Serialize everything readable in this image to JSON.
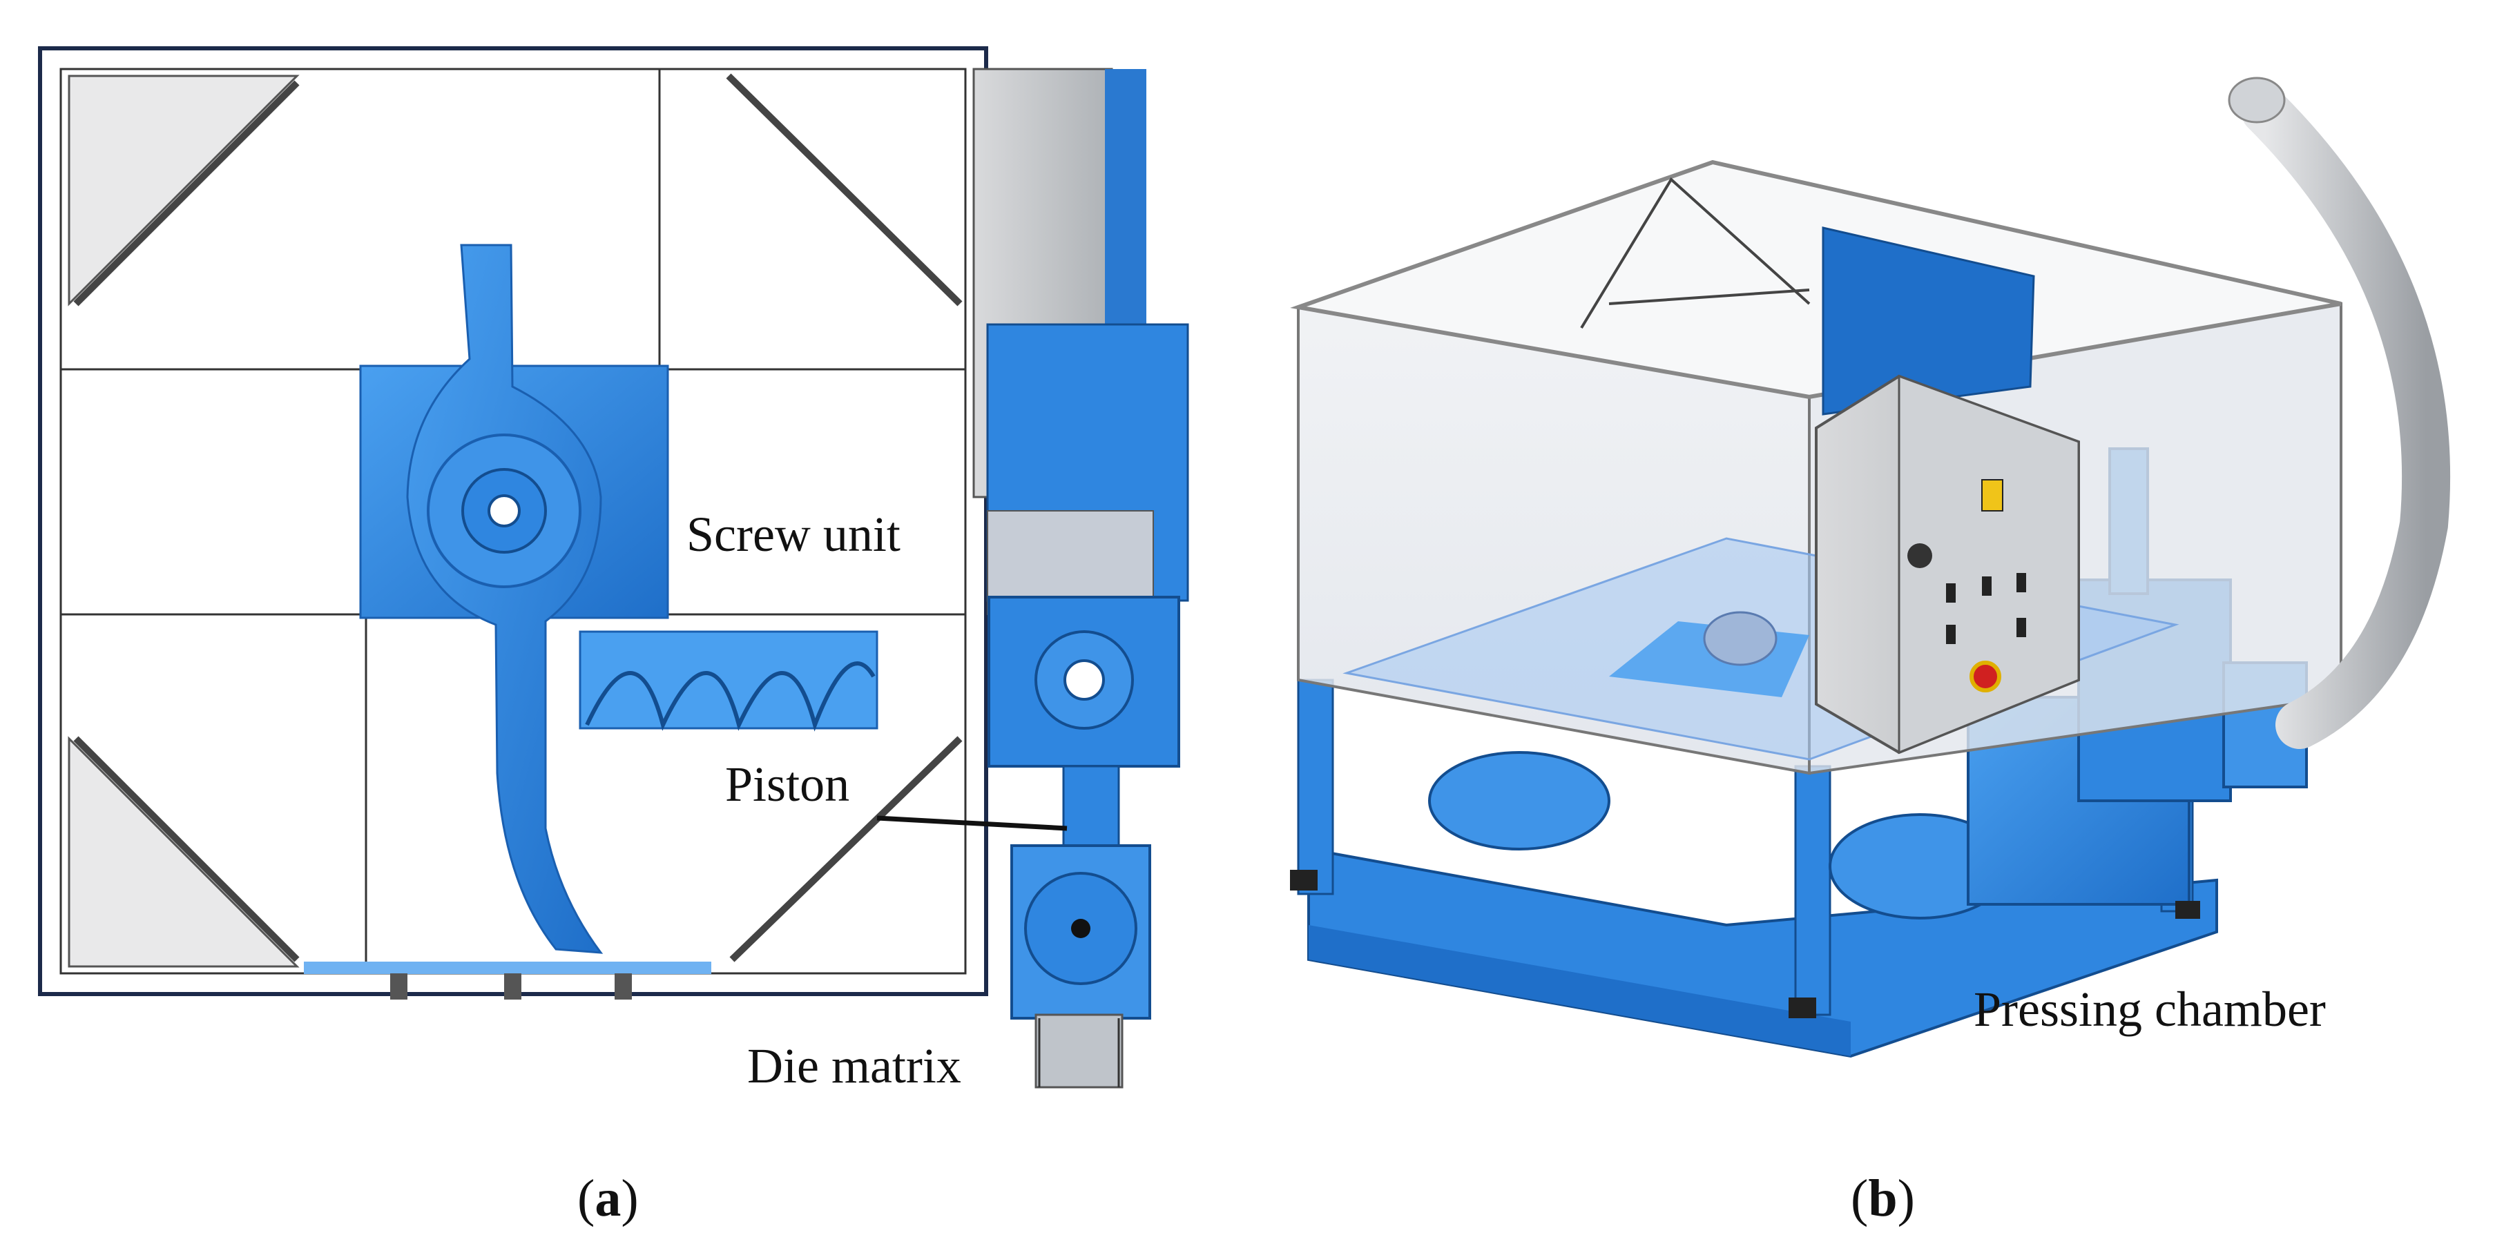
{
  "panel_a": {
    "labels": {
      "screw_unit": "Screw unit",
      "piston": "Piston",
      "die_matrix": "Die matrix"
    },
    "caption_letter": "a"
  },
  "panel_b": {
    "labels": {
      "pressing_chamber": "Pressing chamber"
    },
    "caption_letter": "b"
  },
  "colors": {
    "machine_blue": "#2f86e0",
    "dark_blue": "#1a5fb0",
    "frame_grey": "#c8ccd2",
    "panel_grey": "#e8e8e8",
    "steel": "#b9bec4"
  }
}
